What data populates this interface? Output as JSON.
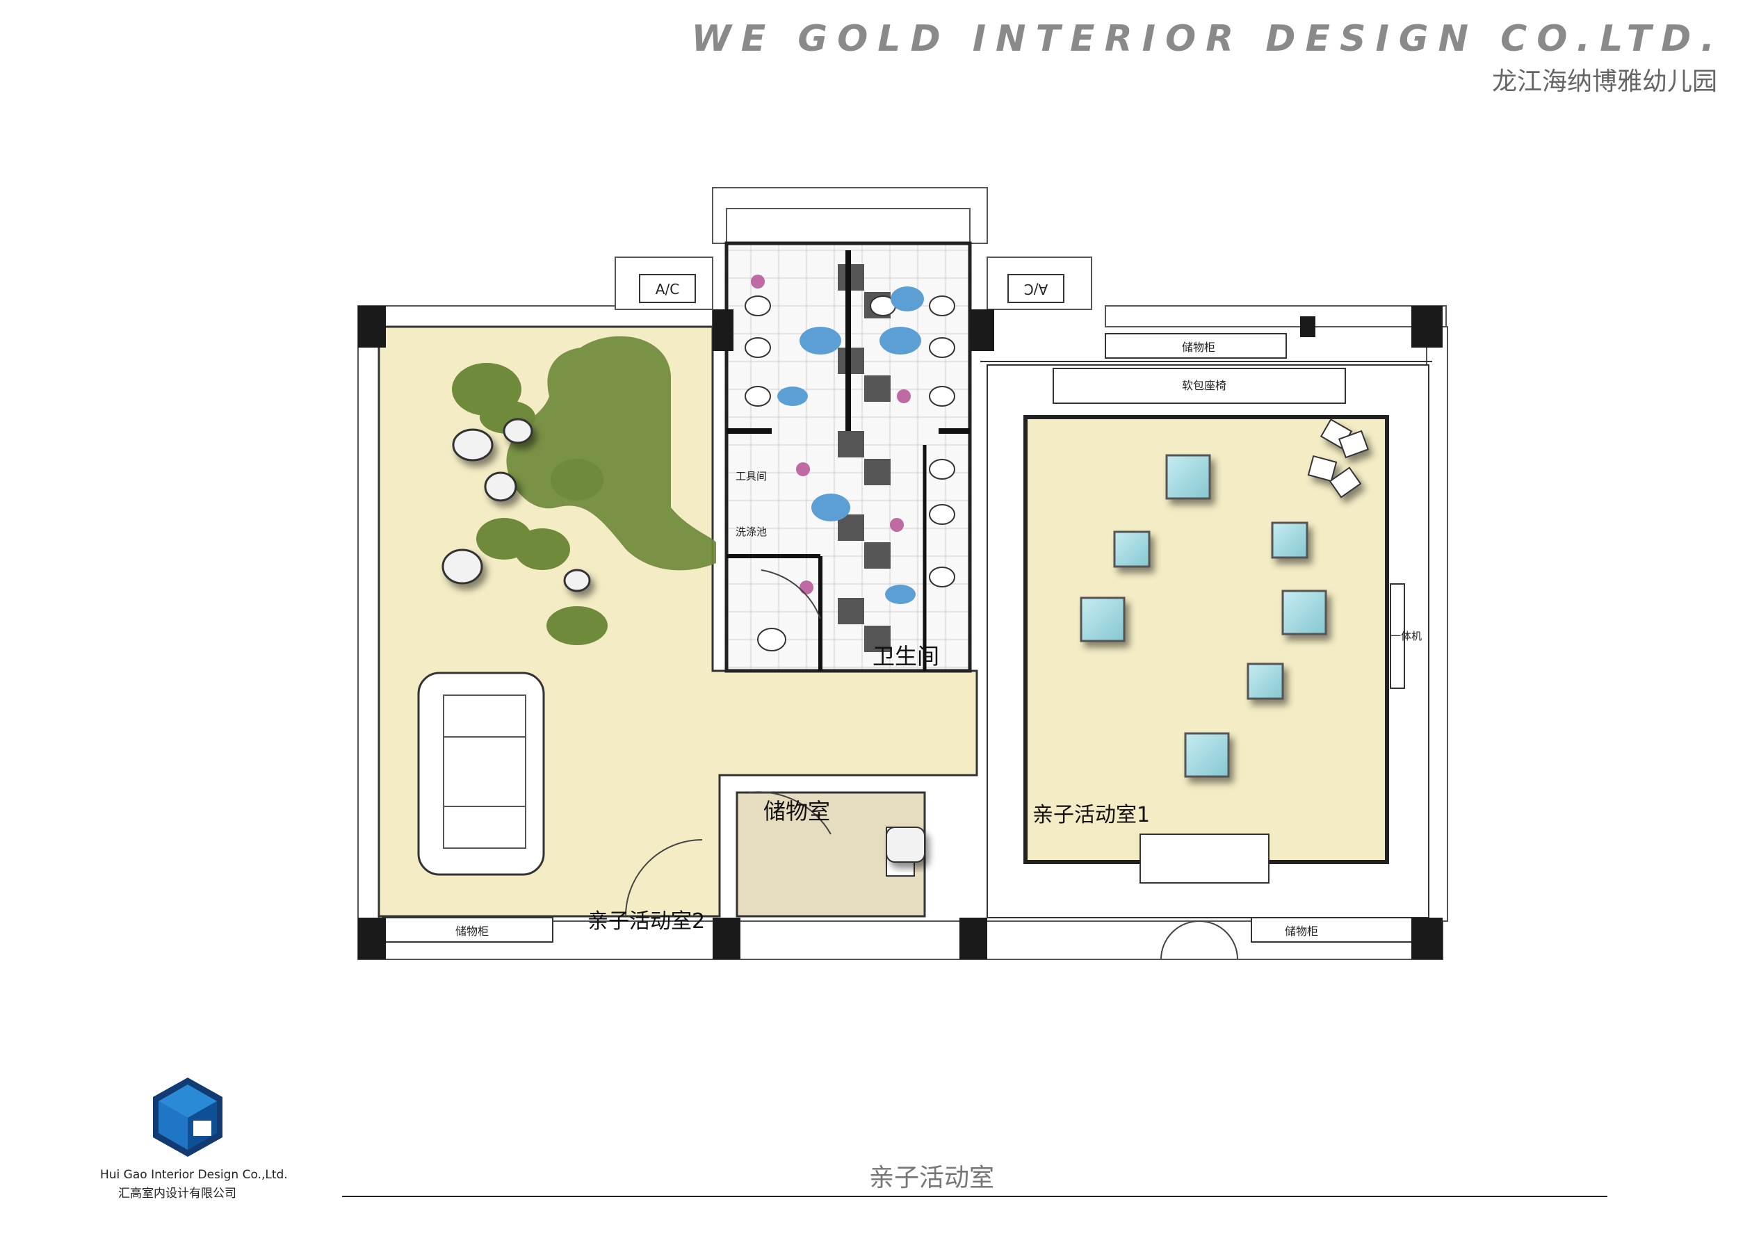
{
  "header": {
    "company_en": "WE GOLD INTERIOR DESIGN CO.LTD.",
    "project_name": "龙江海纳博雅幼儿园"
  },
  "plan": {
    "ac_units": [
      "A/C",
      "A/C"
    ],
    "rooms": {
      "restroom": "卫生间",
      "storage_room": "储物室",
      "parent_child_room_1": "亲子活动室1",
      "parent_child_room_2": "亲子活动室2"
    },
    "labels": {
      "storage_cabinet": "储物柜",
      "soft_bench": "软包座椅",
      "all_in_one": "一体机",
      "tool_room": "工具间",
      "wash_basin": "洗涤池"
    }
  },
  "footer": {
    "page_caption": "亲子活动室",
    "logo_en": "Hui Gao Interior Design Co.,Ltd.",
    "logo_cn": "汇高室内设计有限公司"
  },
  "colors": {
    "floor": "#f3ecc4",
    "wall": "#1a1a1a",
    "grass": "#6f8a3a",
    "table": "#a9dce4",
    "storage_floor": "#e6dcc0",
    "logo_blue": "#1f75c6",
    "logo_dark": "#123a73"
  }
}
